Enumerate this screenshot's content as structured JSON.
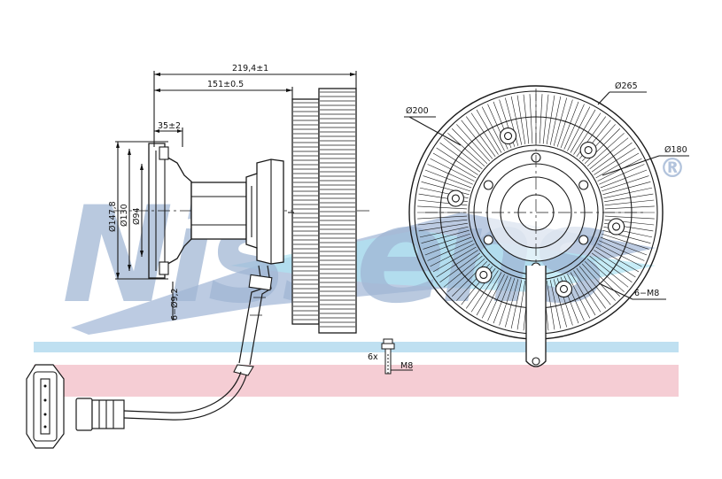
{
  "watermark": {
    "brand": "Nissens",
    "registered": "®",
    "colors": {
      "blue": "#9fb5d4",
      "cyan": "#a8e2f2",
      "pink": "#f2c4cc",
      "stripe_blue": "#b9ddf0"
    }
  },
  "side_view": {
    "overall_length": "219,4±1",
    "hub_length": "151±0.5",
    "flange_depth": "35±2",
    "flange_outer_dia": "Ø147,8",
    "bolt_circle_dia": "Ø130",
    "pilot_dia": "Ø94",
    "flange_holes": "6−Ø9,2"
  },
  "front_view": {
    "outer_dia": "Ø265",
    "ring_dia": "Ø200",
    "inner_dia": "Ø180",
    "threaded_holes": "6−M8"
  },
  "bolt": {
    "qty": "6x",
    "thread": "M8"
  },
  "icons": {
    "connector": "connector-plug-icon",
    "bolt": "hex-bolt-icon"
  }
}
